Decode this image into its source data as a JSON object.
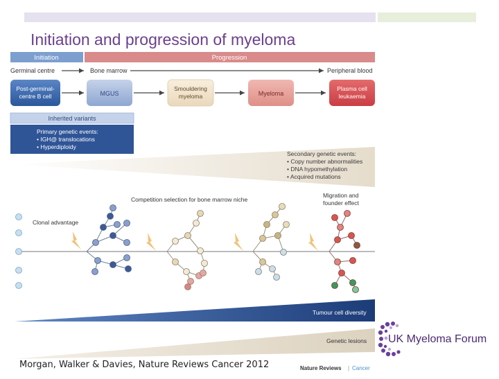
{
  "slide": {
    "title": "Initiation and progression of myeloma",
    "citation": "Morgan, Walker & Davies, Nature Reviews Cancer 2012",
    "logo_text": "UK Myeloma Forum"
  },
  "figure": {
    "header_initiation": "Initiation",
    "header_progression": "Progression",
    "loc_germinal": "Germinal centre",
    "loc_marrow": "Bone marrow",
    "loc_blood": "Peripheral blood",
    "stages": [
      "Post-germinal-",
      "centre B cell",
      "MGUS",
      "Smouldering",
      "myeloma",
      "Myeloma",
      "Plasma cell",
      "leukaemia"
    ],
    "inherited": "Inherited variants",
    "primary_title": "Primary genetic events:",
    "primary_items": [
      "• IGH@ translocations",
      "• Hyperdiploidy"
    ],
    "secondary_title": "Secondary genetic events:",
    "secondary_items": [
      "• Copy number abnormalities",
      "• DNA hypomethylation",
      "• Acquired mutations"
    ],
    "competition": "Competition selection for bone marrow niche",
    "migration": [
      "Migration and",
      "founder effect"
    ],
    "clonal": "Clonal advantage",
    "diversity": "Tumour cell diversity",
    "lesions": "Genetic lesions",
    "journal_a": "Nature Reviews",
    "journal_sep": "|",
    "journal_b": "Cancer"
  },
  "colors": {
    "title": "#6b3f8f",
    "initiation_bar": "#7d9fd0",
    "progression_bar": "#d98a8a",
    "primary_box": "#2f5597",
    "navy_wedge": "#1f3f7a",
    "logo_purple": "#6a3f9e"
  }
}
